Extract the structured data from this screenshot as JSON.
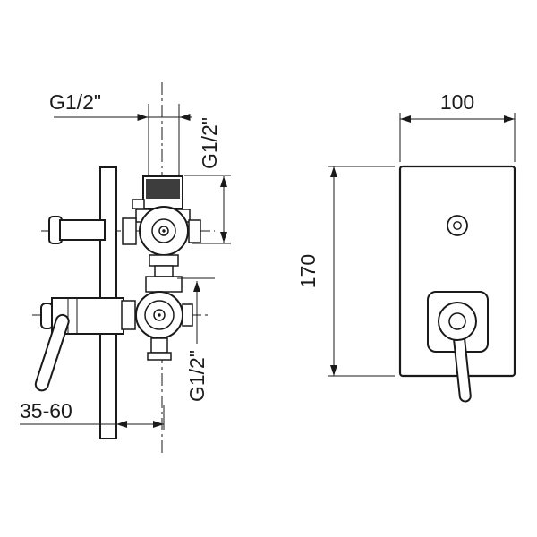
{
  "drawing": {
    "title": "concealed-shower-mixer-technical-drawing",
    "labels": {
      "thread_top": "G1/2\"",
      "thread_side": "G1/2\"",
      "thread_bottom": "G1/2\"",
      "depth_range": "35-60",
      "plate_width": "100",
      "plate_height": "170"
    },
    "colors": {
      "line": "#1a1a1a",
      "background": "#ffffff",
      "section_fill": "#3d3d3d"
    }
  }
}
